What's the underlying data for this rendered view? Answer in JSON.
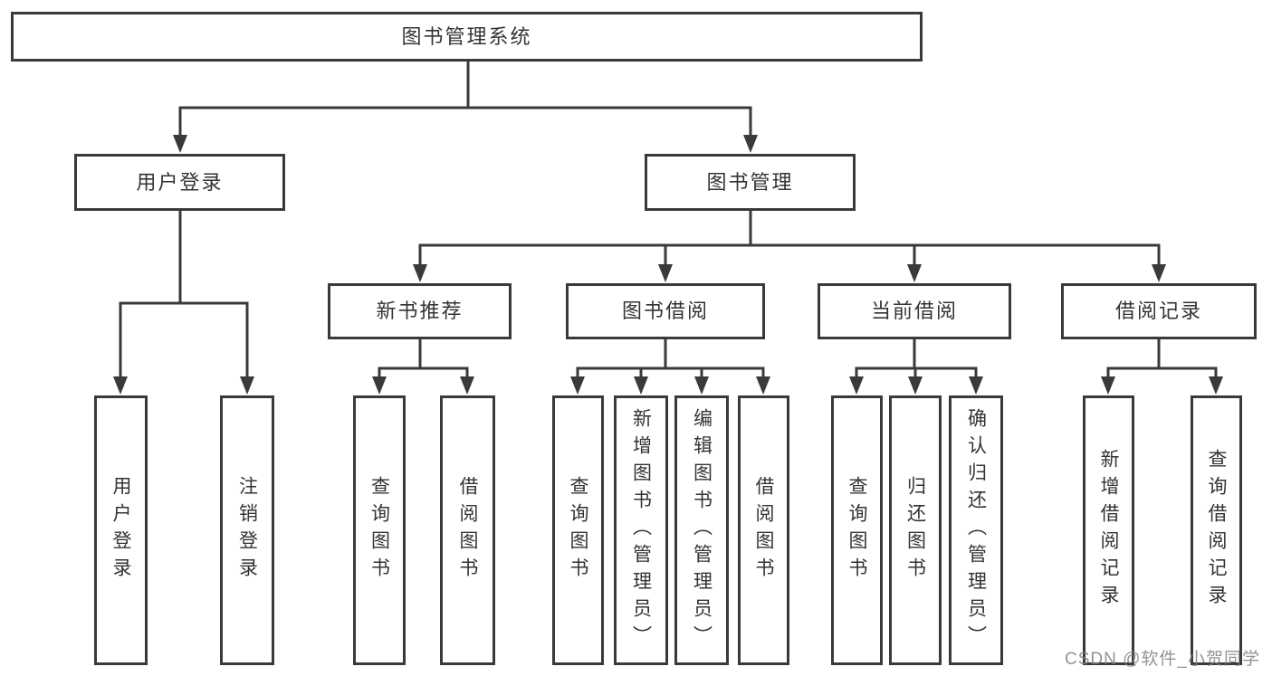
{
  "diagram": {
    "type": "tree",
    "title": "图书管理系统",
    "colors": {
      "line": "#3a3a3a",
      "box_border": "#3a3a3a",
      "text": "#333333",
      "background": "#ffffff",
      "watermark": "#808080"
    },
    "watermark": "CSDN @软件_小贺同学",
    "nodes": {
      "root": {
        "label": "图书管理系统"
      },
      "user_login": {
        "label": "用户登录"
      },
      "book_management": {
        "label": "图书管理"
      },
      "user_login_leaf": {
        "label": "用户登录"
      },
      "logout_login": {
        "label": "注销登录"
      },
      "new_book_recommend": {
        "label": "新书推荐"
      },
      "book_borrow": {
        "label": "图书借阅"
      },
      "current_borrow": {
        "label": "当前借阅"
      },
      "borrow_records": {
        "label": "借阅记录"
      },
      "nbr_query_books": {
        "label": "查询图书"
      },
      "nbr_borrow_books": {
        "label": "借阅图书"
      },
      "bb_query_books": {
        "label": "查询图书"
      },
      "bb_add_books_admin": {
        "label": "新增图书（管理员）"
      },
      "bb_edit_books_admin": {
        "label": "编辑图书（管理员）"
      },
      "bb_borrow_books": {
        "label": "借阅图书"
      },
      "cb_query_books": {
        "label": "查询图书"
      },
      "cb_return_books": {
        "label": "归还图书"
      },
      "cb_confirm_return_admin": {
        "label": "确认归还（管理员）"
      },
      "br_add_record": {
        "label": "新增借阅记录"
      },
      "br_query_record": {
        "label": "查询借阅记录"
      }
    },
    "edges": [
      {
        "from": "root",
        "to": [
          "user_login",
          "book_management"
        ]
      },
      {
        "from": "user_login",
        "to": [
          "user_login_leaf",
          "logout_login"
        ]
      },
      {
        "from": "book_management",
        "to": [
          "new_book_recommend",
          "book_borrow",
          "current_borrow",
          "borrow_records"
        ]
      },
      {
        "from": "new_book_recommend",
        "to": [
          "nbr_query_books",
          "nbr_borrow_books"
        ]
      },
      {
        "from": "book_borrow",
        "to": [
          "bb_query_books",
          "bb_add_books_admin",
          "bb_edit_books_admin",
          "bb_borrow_books"
        ]
      },
      {
        "from": "current_borrow",
        "to": [
          "cb_query_books",
          "cb_return_books",
          "cb_confirm_return_admin"
        ]
      },
      {
        "from": "borrow_records",
        "to": [
          "br_add_record",
          "br_query_record"
        ]
      }
    ]
  }
}
